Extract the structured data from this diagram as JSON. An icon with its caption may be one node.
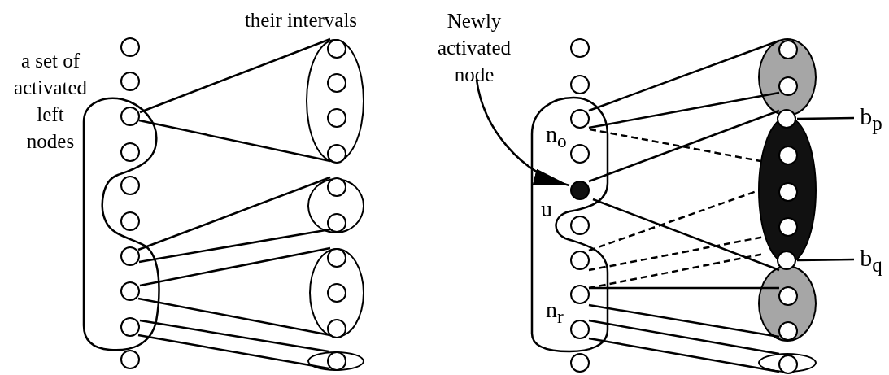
{
  "diagram": {
    "nodes": [
      {
        "text": [],
        "shape": "outline"
      },
      {
        "text": [],
        "shape": "circle"
      },
      {
        "text": [],
        "shape": "circle"
      },
      {
        "text": [],
        "shape": "circle",
        "in": 0
      },
      {
        "text": [],
        "shape": "circle",
        "in": 0
      },
      {
        "text": [],
        "shape": "circle"
      },
      {
        "text": [],
        "shape": "circle"
      },
      {
        "text": [],
        "shape": "circle",
        "in": 0
      },
      {
        "text": [],
        "shape": "circle",
        "in": 0
      },
      {
        "text": [],
        "shape": "circle",
        "in": 0
      },
      {
        "text": [],
        "shape": "circle"
      },
      {
        "text": [],
        "shape": "ellipse"
      },
      {
        "text": [],
        "shape": "circle",
        "in": 11
      },
      {
        "text": [],
        "shape": "circle",
        "in": 11
      },
      {
        "text": [],
        "shape": "circle",
        "in": 11
      },
      {
        "text": [],
        "shape": "circle",
        "in": 11
      },
      {
        "text": [],
        "shape": "ellipse"
      },
      {
        "text": [],
        "shape": "circle",
        "in": 16
      },
      {
        "text": [],
        "shape": "circle",
        "in": 16
      },
      {
        "text": [],
        "shape": "ellipse"
      },
      {
        "text": [],
        "shape": "circle",
        "in": 19
      },
      {
        "text": [],
        "shape": "circle",
        "in": 19
      },
      {
        "text": [],
        "shape": "circle",
        "in": 19
      },
      {
        "text": [],
        "shape": "ellipse"
      },
      {
        "text": [],
        "shape": "circle",
        "in": 23
      },
      {
        "text": [
          "Newly activated node"
        ]
      },
      {
        "text": [],
        "shape": "outline"
      },
      {
        "text": [],
        "shape": "circle"
      },
      {
        "text": [],
        "shape": "circle"
      },
      {
        "text": [],
        "shape": "circle",
        "in": 26,
        "beside": [
          "n$_{o}$"
        ]
      },
      {
        "text": [],
        "shape": "circle",
        "in": 26
      },
      {
        "text": [],
        "shape": "circle",
        "in": 26,
        "beside": [
          "u"
        ]
      },
      {
        "text": [],
        "shape": "circle"
      },
      {
        "text": [],
        "shape": "circle",
        "in": 26
      },
      {
        "text": [],
        "shape": "circle",
        "in": 26,
        "beside": [
          "n$_{r}$"
        ]
      },
      {
        "text": [],
        "shape": "circle",
        "in": 26
      },
      {
        "text": [],
        "shape": "circle"
      },
      {
        "text": [],
        "shape": "ellipse"
      },
      {
        "text": [],
        "shape": "circle",
        "in": 37
      },
      {
        "text": [],
        "shape": "circle",
        "in": 37
      },
      {
        "text": [],
        "shape": "circle"
      },
      {
        "text": [],
        "shape": "ellipse"
      },
      {
        "text": [],
        "shape": "circle",
        "in": 41
      },
      {
        "text": [],
        "shape": "circle",
        "in": 41
      },
      {
        "text": [],
        "shape": "circle",
        "in": 41
      },
      {
        "text": [],
        "shape": "circle"
      },
      {
        "text": [],
        "shape": "ellipse"
      },
      {
        "text": [],
        "shape": "circle",
        "in": 46
      },
      {
        "text": [],
        "shape": "circle",
        "in": 46
      },
      {
        "text": [],
        "shape": "ellipse"
      },
      {
        "text": [],
        "shape": "circle",
        "in": 49
      },
      {
        "text": [
          "b$_{p}$"
        ]
      },
      {
        "text": [
          "b$_{q}$"
        ]
      }
    ],
    "edges": [
      {
        "from": 3,
        "to": 12,
        "arrow": "none"
      },
      {
        "from": 3,
        "to": 15,
        "arrow": "none"
      },
      {
        "from": 7,
        "to": 17,
        "arrow": "none"
      },
      {
        "from": 7,
        "to": 18,
        "arrow": "none"
      },
      {
        "from": 8,
        "to": 20,
        "arrow": "none"
      },
      {
        "from": 8,
        "to": 22,
        "arrow": "none"
      },
      {
        "from": 9,
        "to": 24,
        "arrow": "none"
      },
      {
        "from": 9,
        "to": 24,
        "arrow": "none"
      },
      {
        "from": 25,
        "to": 31,
        "arrow": "to"
      },
      {
        "from": 29,
        "to": 38,
        "arrow": "none"
      },
      {
        "from": 29,
        "to": 39,
        "arrow": "none"
      },
      {
        "from": 29,
        "to": 41,
        "arrow": "none",
        "style": "dashed"
      },
      {
        "from": 31,
        "to": 40,
        "arrow": "none"
      },
      {
        "from": 31,
        "to": 45,
        "arrow": "none"
      },
      {
        "from": 33,
        "to": 41,
        "arrow": "none",
        "style": "dashed"
      },
      {
        "from": 33,
        "to": 41,
        "arrow": "none",
        "style": "dashed"
      },
      {
        "from": 34,
        "to": 41,
        "arrow": "none",
        "style": "dashed"
      },
      {
        "from": 34,
        "to": 47,
        "arrow": "none"
      },
      {
        "from": 34,
        "to": 48,
        "arrow": "none"
      },
      {
        "from": 35,
        "to": 50,
        "arrow": "none"
      },
      {
        "from": 35,
        "to": 50,
        "arrow": "none"
      },
      {
        "from": 51,
        "to": 40,
        "arrow": "none"
      },
      {
        "from": 52,
        "to": 45,
        "arrow": "none"
      }
    ],
    "labels": [
      "their intervals",
      "a set of activated left nodes"
    ]
  }
}
